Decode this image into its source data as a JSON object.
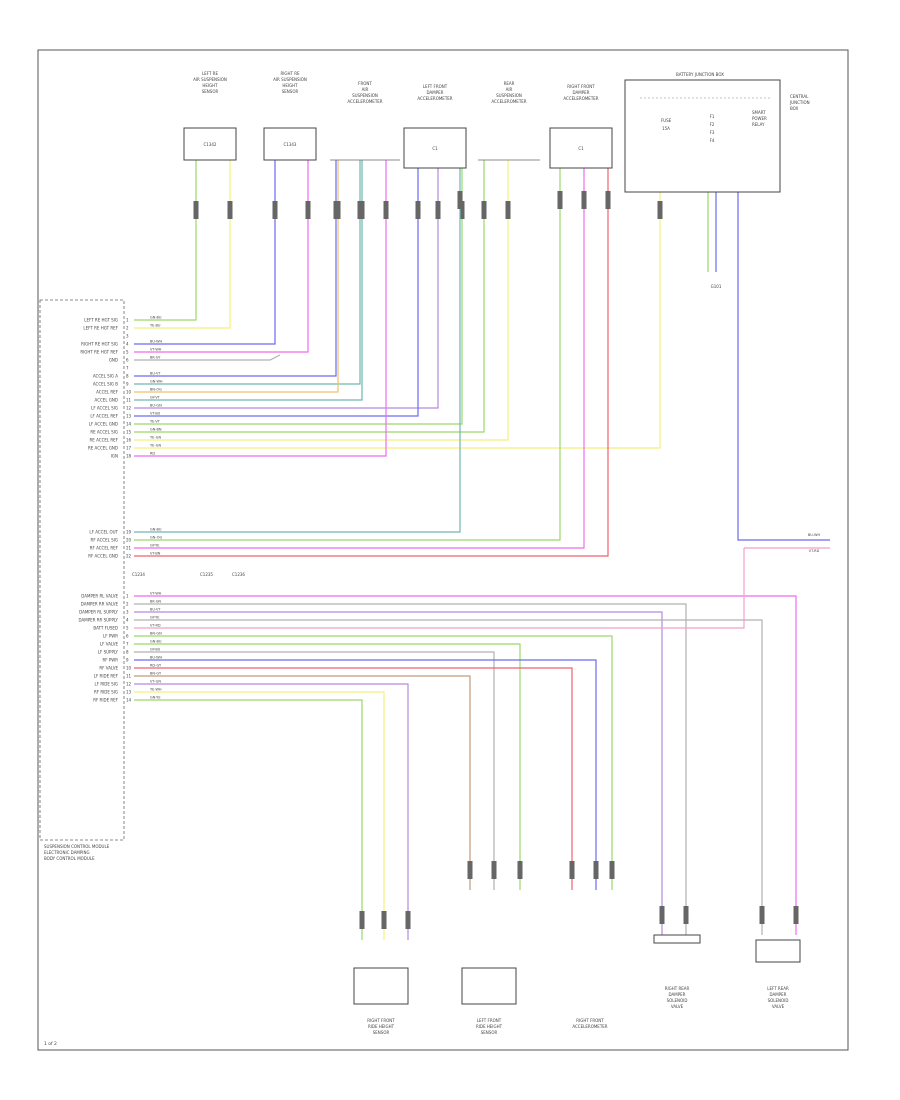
{
  "page_number": "1 of 2",
  "colors": {
    "green": "#9bd86a",
    "yellow": "#f2f07a",
    "blue": "#6b6bf0",
    "magenta": "#ef6bef",
    "violet": "#b48adf",
    "teal": "#6fb8b0",
    "orange": "#f0c06a",
    "red": "#f06070",
    "grey": "#b0b0b0",
    "brown": "#c09a7a",
    "pink": "#f4a0c8"
  },
  "top_modules": [
    {
      "id": "m1",
      "label_lines": [
        "LEFT RE",
        "AIR SUSPENSION",
        "HEIGHT",
        "SENSOR"
      ],
      "inner": "C1342"
    },
    {
      "id": "m2",
      "label_lines": [
        "RIGHT RE",
        "AIR SUSPENSION",
        "HEIGHT",
        "SENSOR"
      ],
      "inner": "C1343"
    },
    {
      "id": "m3",
      "label_lines": [
        "FRONT",
        "AIR",
        "SUSPENSION",
        "ACCELEROMETER"
      ],
      "inner": ""
    },
    {
      "id": "m4",
      "label_lines": [
        "LEFT FRONT",
        "DAMPER",
        "ACCELEROMETER"
      ],
      "inner": "C1"
    },
    {
      "id": "m5",
      "label_lines": [
        "REAR",
        "AIR",
        "SUSPENSION",
        "ACCELEROMETER"
      ],
      "inner": ""
    },
    {
      "id": "m6",
      "label_lines": [
        "RIGHT FRONT",
        "DAMPER",
        "ACCELEROMETER"
      ],
      "inner": "C1"
    }
  ],
  "top_right_module": {
    "title": "BATTERY JUNCTION BOX",
    "left_text": [
      "FUSE",
      "15A"
    ],
    "mid_text": [
      "F1",
      "F2",
      "F3",
      "F4"
    ],
    "right_text": [
      "SMART",
      "POWER",
      "RELAY"
    ],
    "side_text": [
      "CENTRAL",
      "JUNCTION",
      "BOX"
    ]
  },
  "ground_label": "G101",
  "main_module": {
    "name_lines": [
      "SUSPENSION CONTROL MODULE",
      "ELECTRONIC DAMPING",
      "BODY CONTROL MODULE"
    ],
    "connectors": [
      "C1234",
      "C1235",
      "C1236"
    ]
  },
  "pins_group1": [
    {
      "num": "1",
      "label": "LEFT RE HGT SIG",
      "wire": "GN-BU",
      "color": "green"
    },
    {
      "num": "2",
      "label": "LEFT RE HGT REF",
      "wire": "YE-BU",
      "color": "yellow"
    },
    {
      "num": "3",
      "label": "",
      "wire": "",
      "color": ""
    },
    {
      "num": "4",
      "label": "RIGHT RE HGT SIG",
      "wire": "BU-WH",
      "color": "blue"
    },
    {
      "num": "5",
      "label": "RIGHT RE HGT REF",
      "wire": "VT-WH",
      "color": "magenta"
    },
    {
      "num": "6",
      "label": "GND",
      "wire": "BK-GY",
      "color": "grey"
    },
    {
      "num": "7",
      "label": "",
      "wire": "",
      "color": ""
    },
    {
      "num": "8",
      "label": "ACCEL SIG A",
      "wire": "BU-VT",
      "color": "blue"
    },
    {
      "num": "9",
      "label": "ACCEL SIG B",
      "wire": "GN-WH",
      "color": "teal"
    },
    {
      "num": "10",
      "label": "ACCEL REF",
      "wire": "BN-OG",
      "color": "orange"
    },
    {
      "num": "11",
      "label": "ACCEL GND",
      "wire": "GY-VT",
      "color": "teal"
    },
    {
      "num": "12",
      "label": "LF ACCEL SIG",
      "wire": "BU-GN",
      "color": "violet"
    },
    {
      "num": "13",
      "label": "LF ACCEL REF",
      "wire": "VT-BU",
      "color": "blue"
    },
    {
      "num": "14",
      "label": "LF ACCEL GND",
      "wire": "YE-VT",
      "color": "green"
    },
    {
      "num": "15",
      "label": "RE ACCEL SIG",
      "wire": "GN-BN",
      "color": "green"
    },
    {
      "num": "16",
      "label": "RE ACCEL REF",
      "wire": "YE-GN",
      "color": "yellow"
    },
    {
      "num": "17",
      "label": "RE ACCEL GND",
      "wire": "YE-GN",
      "color": "yellow"
    },
    {
      "num": "18",
      "label": "IGN",
      "wire": "RD",
      "color": "magenta"
    }
  ],
  "pins_group2": [
    {
      "num": "19",
      "label": "LF ACCEL OUT",
      "wire": "GN-BU",
      "color": "teal"
    },
    {
      "num": "20",
      "label": "RF ACCEL SIG",
      "wire": "GN-OG",
      "color": "green"
    },
    {
      "num": "21",
      "label": "RF ACCEL REF",
      "wire": "GY-YE",
      "color": "magenta"
    },
    {
      "num": "22",
      "label": "RF ACCEL GND",
      "wire": "VT-BN",
      "color": "red"
    }
  ],
  "pins_group3": [
    {
      "num": "1",
      "label": "DAMPER RL VALVE",
      "wire": "VT-WH",
      "color": "magenta"
    },
    {
      "num": "2",
      "label": "DAMPER RR VALVE",
      "wire": "BK-GN",
      "color": "grey"
    },
    {
      "num": "3",
      "label": "DAMPER RL SUPPLY",
      "wire": "BU-VT",
      "color": "violet"
    },
    {
      "num": "4",
      "label": "DAMPER RR SUPPLY",
      "wire": "GY-YE",
      "color": "grey"
    },
    {
      "num": "5",
      "label": "BATT FUSED",
      "wire": "VT-RD",
      "color": "magenta"
    },
    {
      "num": "6",
      "label": "LF PWR",
      "wire": "BN-GN",
      "color": "green"
    },
    {
      "num": "7",
      "label": "LF VALVE",
      "wire": "GN-BU",
      "color": "green"
    },
    {
      "num": "8",
      "label": "LF SUPPLY",
      "wire": "GY-BU",
      "color": "grey"
    },
    {
      "num": "9",
      "label": "RF PWR",
      "wire": "BU-WH",
      "color": "blue"
    },
    {
      "num": "10",
      "label": "RF VALVE",
      "wire": "RD-GY",
      "color": "red"
    },
    {
      "num": "11",
      "label": "LF RIDE REF",
      "wire": "BN-GY",
      "color": "brown"
    },
    {
      "num": "12",
      "label": "LF RIDE SIG",
      "wire": "VT-GN",
      "color": "violet"
    },
    {
      "num": "13",
      "label": "RF RIDE SIG",
      "wire": "YE-WH",
      "color": "yellow"
    },
    {
      "num": "14",
      "label": "RF RIDE REF",
      "wire": "GN-YE",
      "color": "green"
    }
  ],
  "bottom_modules": [
    {
      "id": "b1",
      "label_lines": [
        "RIGHT FRONT",
        "RIDE HEIGHT",
        "SENSOR"
      ]
    },
    {
      "id": "b2",
      "label_lines": [
        "LEFT FRONT",
        "RIDE HEIGHT",
        "SENSOR"
      ]
    },
    {
      "id": "b3",
      "label_lines": [
        "RIGHT FRONT",
        "ACCELEROMETER"
      ]
    },
    {
      "id": "b4",
      "label_lines": [
        "RIGHT REAR",
        "DAMPER",
        "SOLENOID",
        "VALVE"
      ]
    },
    {
      "id": "b5",
      "label_lines": [
        "LEFT REAR",
        "DAMPER",
        "SOLENOID",
        "VALVE"
      ]
    }
  ],
  "right_terminal_labels": [
    "BU-WH",
    "VT-RD"
  ]
}
